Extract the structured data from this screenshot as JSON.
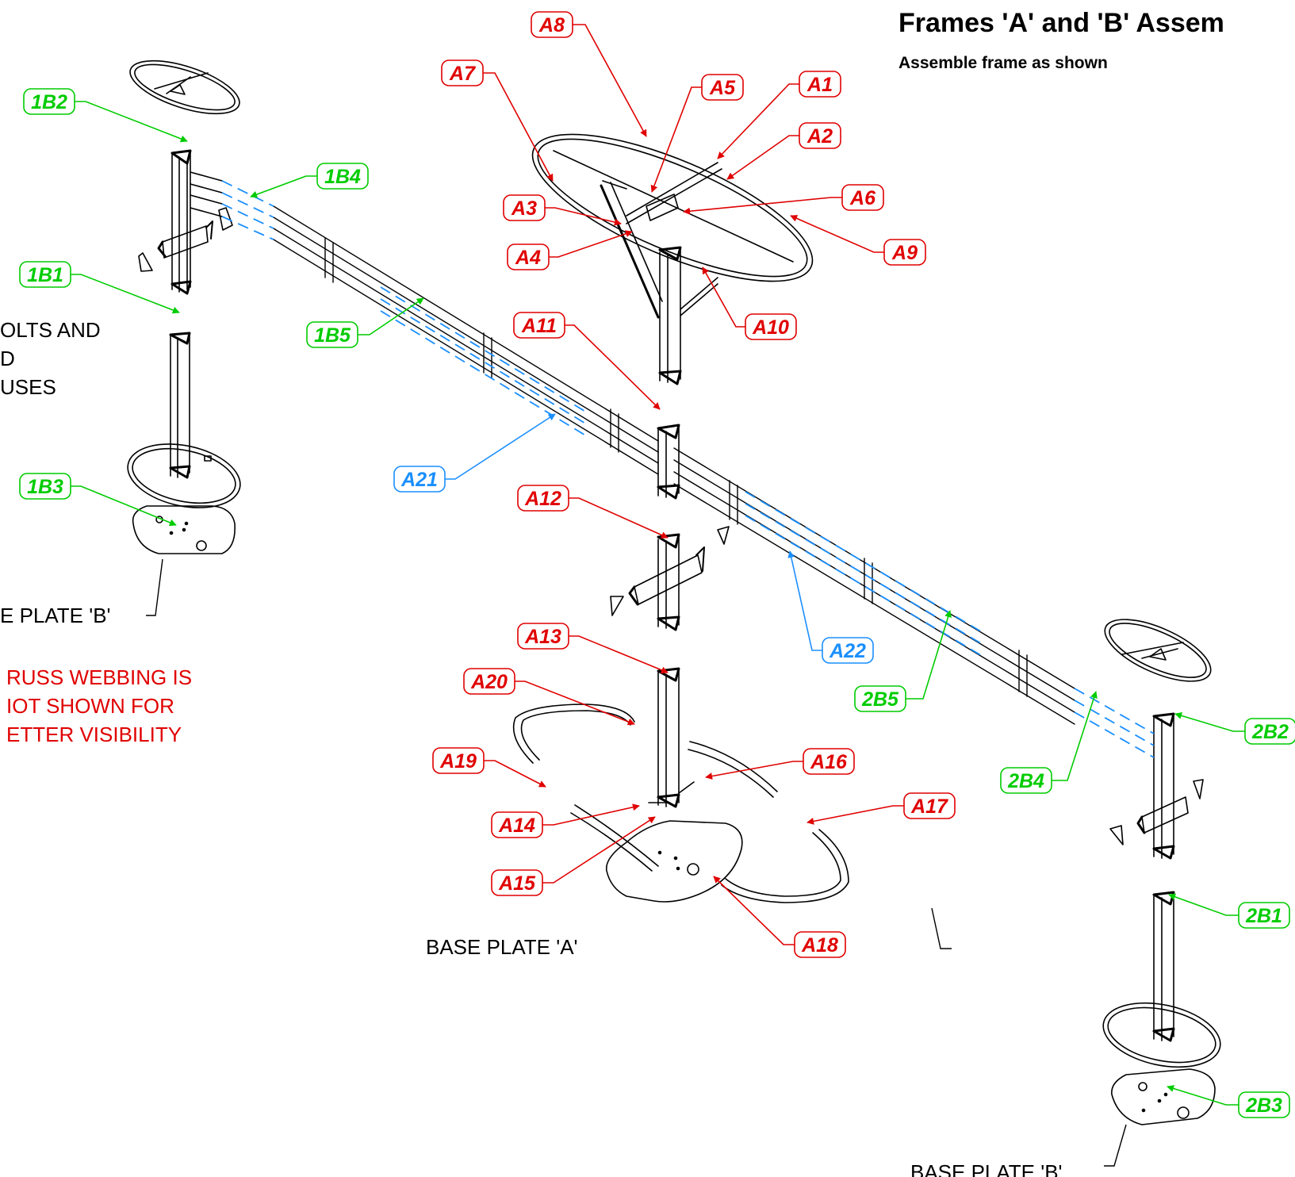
{
  "title": "Frames 'A' and 'B' Assem",
  "subtitle": "Assemble frame as shown",
  "colors": {
    "red": "#e00000",
    "green": "#00cc00",
    "blue": "#1a8fff",
    "line": "#000000"
  },
  "notes": {
    "bolts_line1": "OLTS AND",
    "bolts_line2": "D",
    "bolts_line3": "USES",
    "base_plate_b_left": "E PLATE 'B'",
    "base_plate_a": "BASE PLATE 'A'",
    "base_plate_b_right": "BASE PLATE 'B'",
    "webbing_line1": "RUSS WEBBING IS",
    "webbing_line2": "IOT SHOWN FOR",
    "webbing_line3": "ETTER VISIBILITY"
  },
  "callouts": [
    {
      "id": "c-A8",
      "label": "A8",
      "color": "red"
    },
    {
      "id": "c-A7",
      "label": "A7",
      "color": "red"
    },
    {
      "id": "c-A5",
      "label": "A5",
      "color": "red"
    },
    {
      "id": "c-A1",
      "label": "A1",
      "color": "red"
    },
    {
      "id": "c-A2",
      "label": "A2",
      "color": "red"
    },
    {
      "id": "c-A6",
      "label": "A6",
      "color": "red"
    },
    {
      "id": "c-A3",
      "label": "A3",
      "color": "red"
    },
    {
      "id": "c-A4",
      "label": "A4",
      "color": "red"
    },
    {
      "id": "c-A9",
      "label": "A9",
      "color": "red"
    },
    {
      "id": "c-A10",
      "label": "A10",
      "color": "red"
    },
    {
      "id": "c-A11",
      "label": "A11",
      "color": "red"
    },
    {
      "id": "c-A12",
      "label": "A12",
      "color": "red"
    },
    {
      "id": "c-A13",
      "label": "A13",
      "color": "red"
    },
    {
      "id": "c-A20",
      "label": "A20",
      "color": "red"
    },
    {
      "id": "c-A19",
      "label": "A19",
      "color": "red"
    },
    {
      "id": "c-A16",
      "label": "A16",
      "color": "red"
    },
    {
      "id": "c-A17",
      "label": "A17",
      "color": "red"
    },
    {
      "id": "c-A14",
      "label": "A14",
      "color": "red"
    },
    {
      "id": "c-A15",
      "label": "A15",
      "color": "red"
    },
    {
      "id": "c-A18",
      "label": "A18",
      "color": "red"
    },
    {
      "id": "c-A21",
      "label": "A21",
      "color": "blue"
    },
    {
      "id": "c-A22",
      "label": "A22",
      "color": "blue"
    },
    {
      "id": "c-1B2",
      "label": "1B2",
      "color": "green"
    },
    {
      "id": "c-1B4",
      "label": "1B4",
      "color": "green"
    },
    {
      "id": "c-1B1",
      "label": "1B1",
      "color": "green"
    },
    {
      "id": "c-1B5",
      "label": "1B5",
      "color": "green"
    },
    {
      "id": "c-1B3",
      "label": "1B3",
      "color": "green"
    },
    {
      "id": "c-2B5",
      "label": "2B5",
      "color": "green"
    },
    {
      "id": "c-2B2",
      "label": "2B2",
      "color": "green"
    },
    {
      "id": "c-2B4",
      "label": "2B4",
      "color": "green"
    },
    {
      "id": "c-2B1",
      "label": "2B1",
      "color": "green"
    },
    {
      "id": "c-2B3",
      "label": "2B3",
      "color": "green"
    }
  ]
}
